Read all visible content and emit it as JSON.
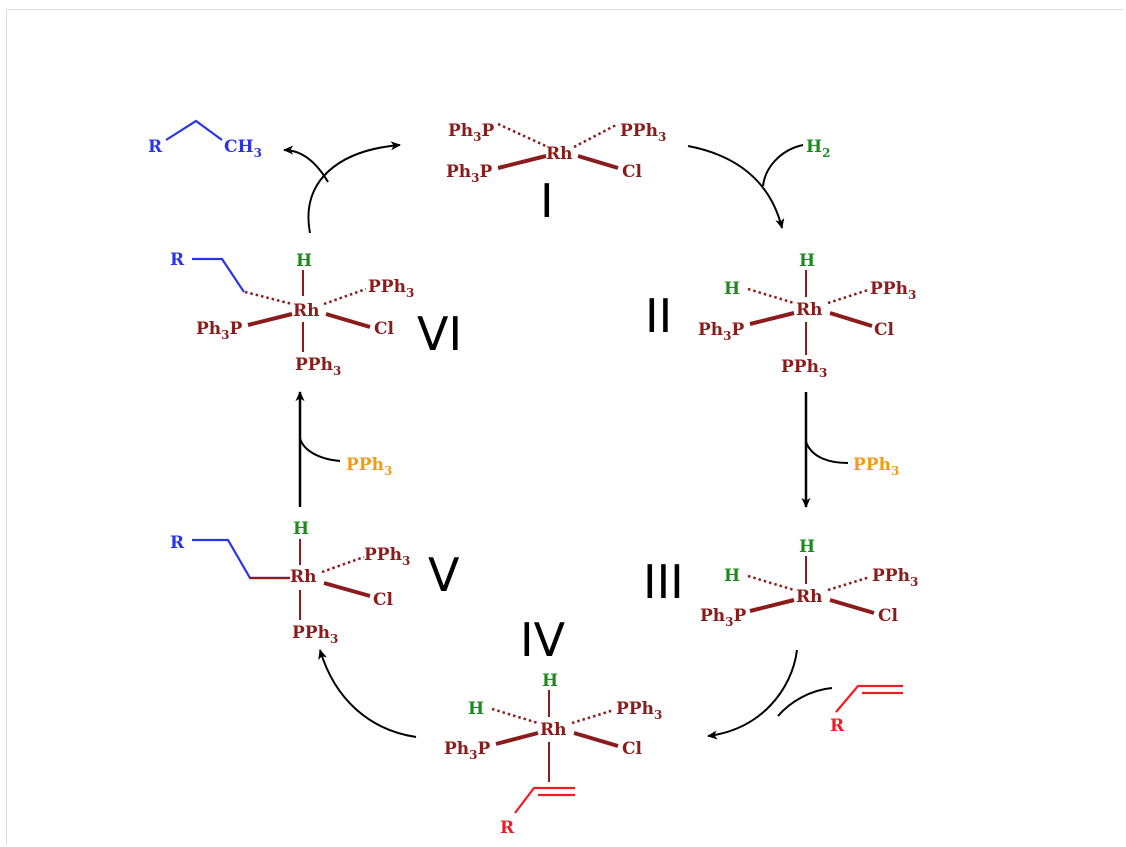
{
  "colors": {
    "complex": "#8b1c1c",
    "hydrogen": "#1e8a1e",
    "phosphine": "#f29a1a",
    "alkene": "#ee1c24",
    "alkyl": "#2b35e8",
    "arrow": "#000000"
  },
  "labels": {
    "I": "I",
    "II": "II",
    "III": "III",
    "IV": "IV",
    "V": "V",
    "VI": "VI"
  },
  "text": {
    "rh": "Rh",
    "cl": "Cl",
    "h": "H",
    "r": "R",
    "ph3p": {
      "prefix": "Ph",
      "sub": "3",
      "suffix": "P"
    },
    "pph3": {
      "prefix": "PPh",
      "sub": "3"
    },
    "h2": {
      "prefix": "H",
      "sub": "2"
    },
    "ch3": {
      "prefix": "CH",
      "sub": "3"
    }
  }
}
